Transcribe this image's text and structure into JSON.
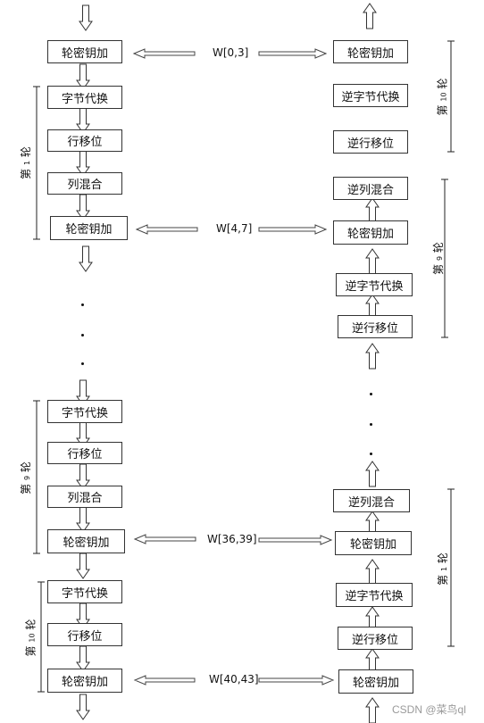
{
  "boxes": {
    "ark": "轮密钥加",
    "sub": "字节代换",
    "shift": "行移位",
    "mix": "列混合",
    "inv_sub": "逆字节代换",
    "inv_shift": "逆行移位",
    "inv_mix": "逆列混合"
  },
  "keys": {
    "w0": "W[0,3]",
    "w1": "W[4,7]",
    "w9": "W[36,39]",
    "w10": "W[40,43]"
  },
  "rounds": {
    "prefix": "第",
    "suffix": "轮",
    "r1": "1",
    "r9": "9",
    "r10": "10"
  },
  "watermark": "CSDN @菜鸟ql"
}
